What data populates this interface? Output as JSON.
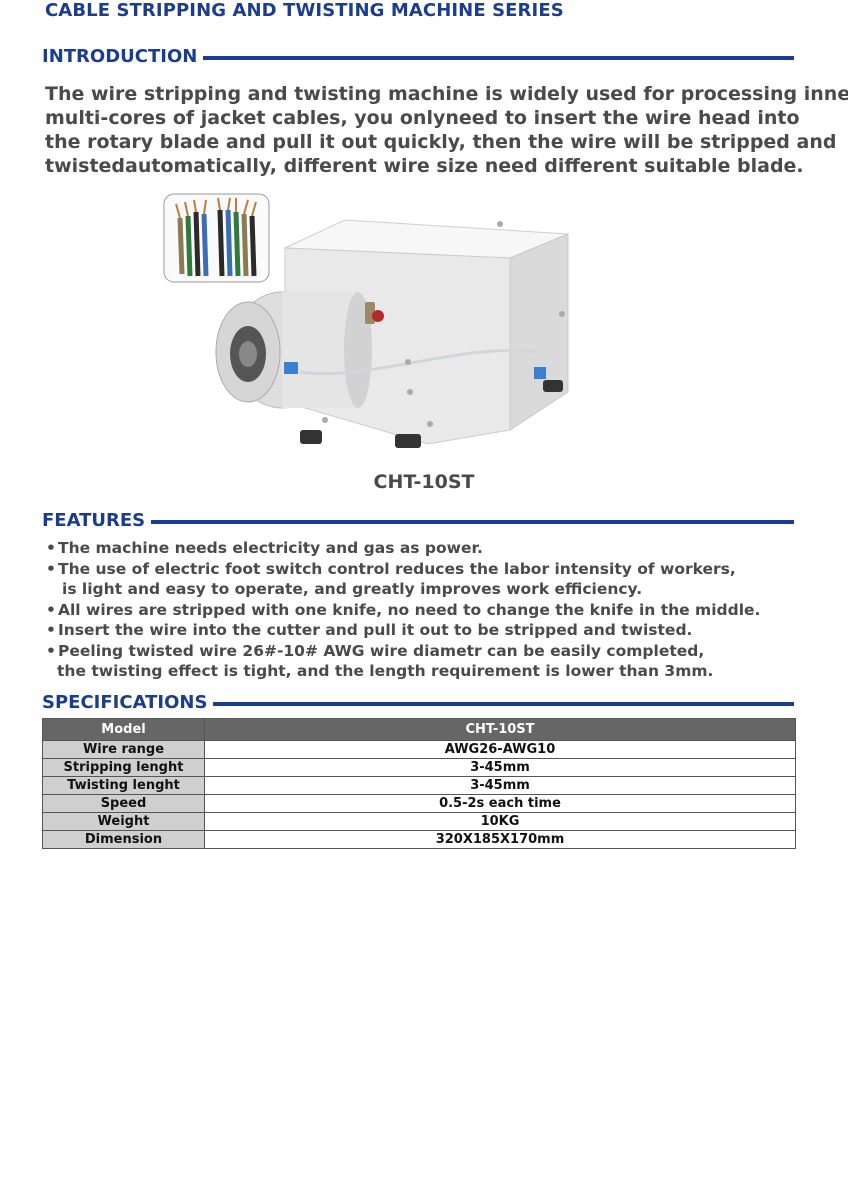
{
  "header": {
    "title": "CABLE STRIPPING AND TWISTING MACHINE SERIES"
  },
  "introduction": {
    "heading": "INTRODUCTION",
    "lines": [
      "The wire stripping and twisting machine is widely used for processing inner",
      "multi-cores of jacket cables, you onlyneed to insert the wire head into",
      "the rotary blade and pull it out quickly, then the wire will be stripped and",
      "twistedautomatically, different wire size need different suitable blade."
    ]
  },
  "product": {
    "model_caption": "CHT-10ST"
  },
  "features": {
    "heading": "FEATURES",
    "items": [
      {
        "lines": [
          "The machine needs electricity and gas as power."
        ]
      },
      {
        "lines": [
          "The use of electric foot switch control reduces the labor intensity of workers,",
          "is light and easy to operate, and greatly improves work efficiency."
        ]
      },
      {
        "lines": [
          "All wires are stripped with one knife, no need to change the knife in the middle."
        ]
      },
      {
        "lines": [
          "Insert the wire into the cutter and pull it out to be stripped and twisted."
        ]
      },
      {
        "lines": [
          "Peeling twisted wire 26#-10# AWG wire diametr can be easily completed,",
          "the twisting effect is tight, and the length requirement is lower than 3mm."
        ]
      }
    ]
  },
  "specifications": {
    "heading": "SPECIFICATIONS",
    "header_row": {
      "label": "Model",
      "value": "CHT-10ST"
    },
    "rows": [
      {
        "label": "Wire range",
        "value": "AWG26-AWG10"
      },
      {
        "label": "Stripping lenght",
        "value": "3-45mm"
      },
      {
        "label": "Twisting lenght",
        "value": "3-45mm"
      },
      {
        "label": "Speed",
        "value": "0.5-2s each time"
      },
      {
        "label": "Weight",
        "value": "10KG"
      },
      {
        "label": "Dimension",
        "value": "320X185X170mm"
      }
    ]
  },
  "colors": {
    "brand_blue": "#1a3d8f",
    "text_gray": "#4a4a4a",
    "table_header": "#666666",
    "table_label": "#cfcfcf"
  },
  "icons": [
    "bullet-dot",
    "wire-sample-inset",
    "stripping-machine-photo"
  ]
}
